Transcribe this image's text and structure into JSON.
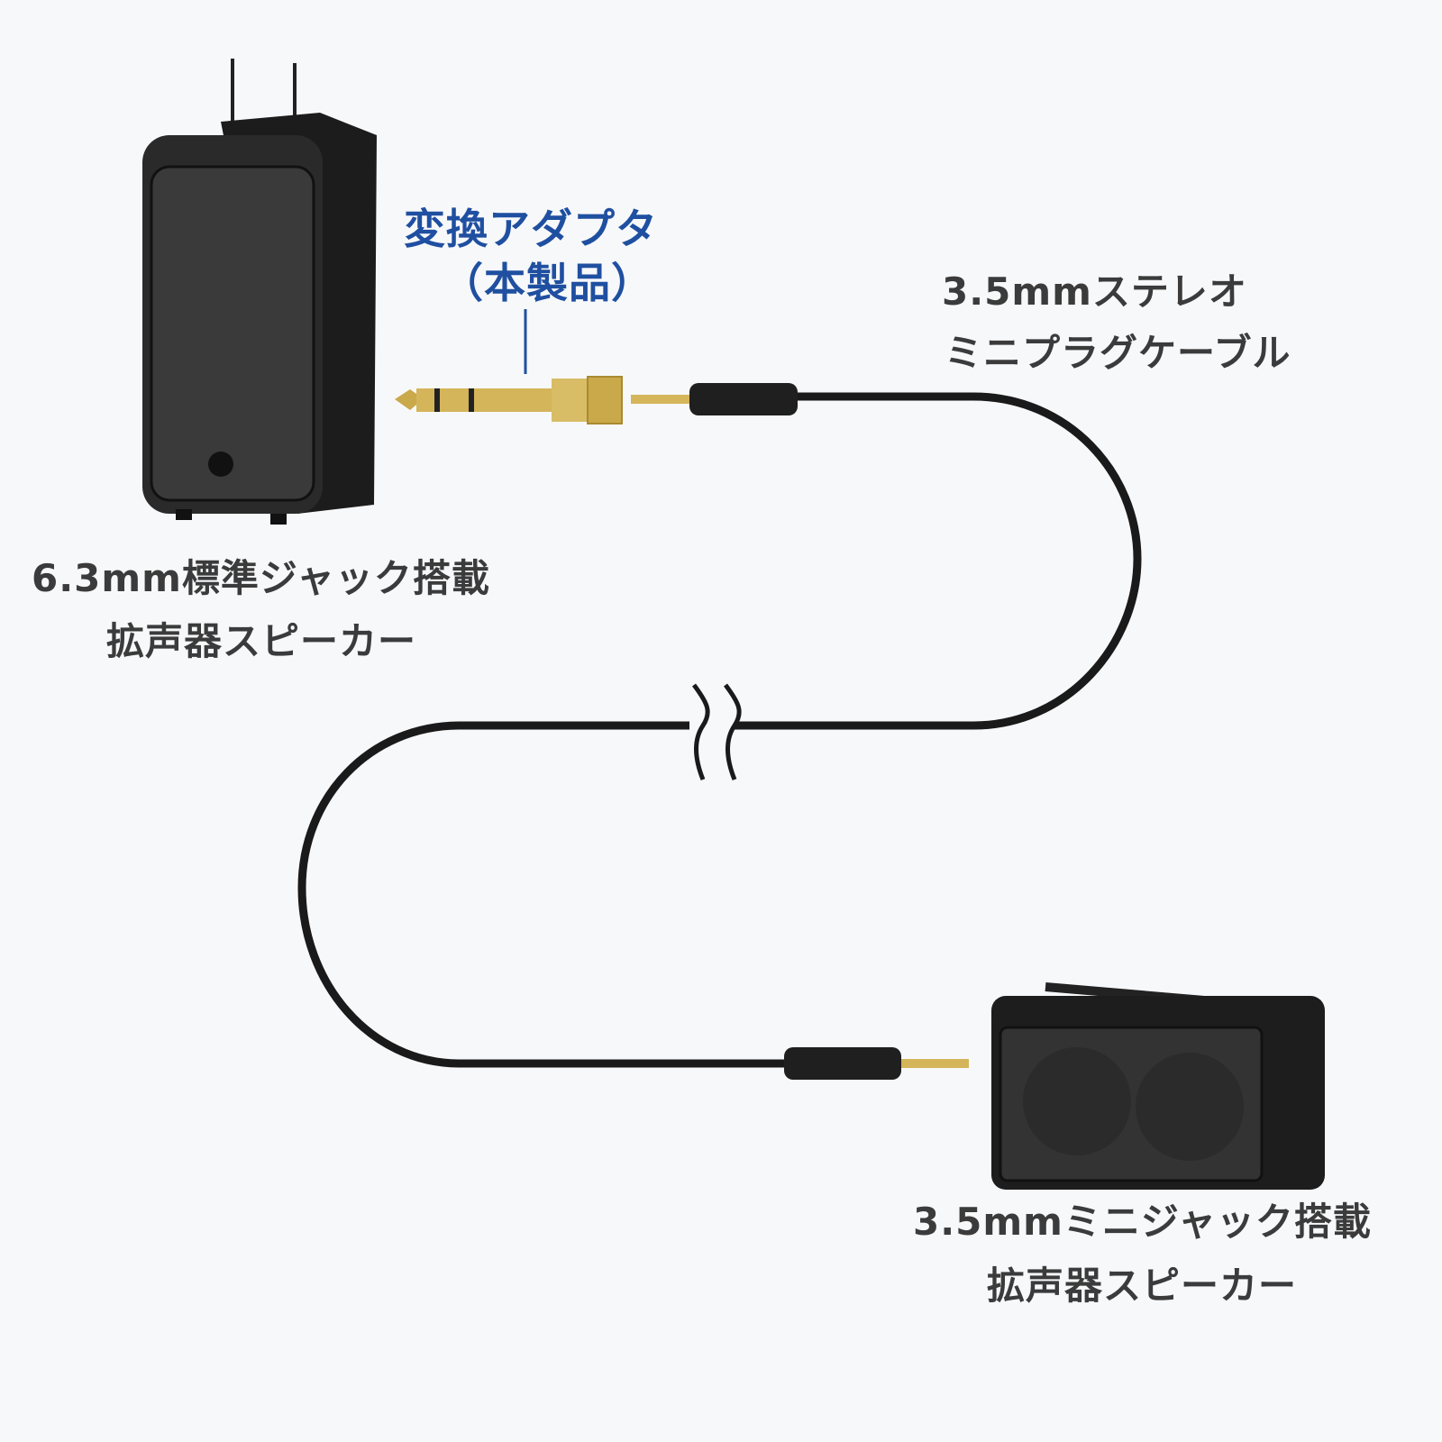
{
  "adapter_label": {
    "line1": "変換アダプタ",
    "line2": "（本製品）",
    "color": "#1f4fa0"
  },
  "cable_label": {
    "line1": "3.5mmステレオ",
    "line2": "ミニプラグケーブル"
  },
  "large_speaker_label": {
    "line1": "6.3mm標準ジャック搭載",
    "line2": "拡声器スピーカー"
  },
  "small_speaker_label": {
    "line1": "3.5mmミニジャック搭載",
    "line2": "拡声器スピーカー"
  },
  "colors": {
    "background": "#f7f8fa",
    "text": "#3b3b3b",
    "cable": "#1a1a1a",
    "gold": "#c9a94a"
  }
}
